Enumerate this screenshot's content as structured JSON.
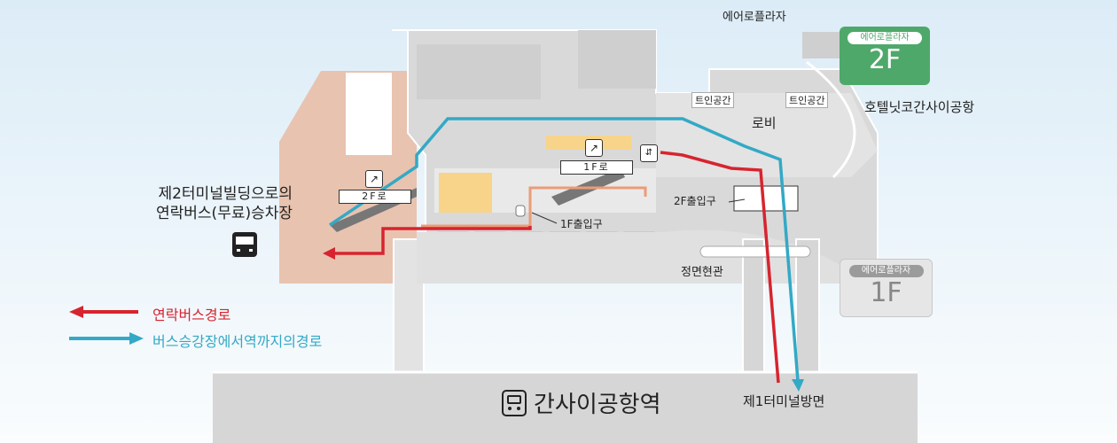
{
  "labels": {
    "aeroplaza_top": "에어로플라자",
    "hotel": "호텔닛코간사이공항",
    "lobby": "로비",
    "two_in_left": "트인공간",
    "two_in_right": "트인공간",
    "exit_2f": "2F출입구",
    "exit_1f": "1F출입구",
    "road_1f": "1F로",
    "road_2f": "2F로",
    "front_entrance": "정면현관",
    "terminal1": "제1터미널방면",
    "bus_stop_line1": "제2터미널빌딩으로의",
    "bus_stop_line2": "연락버스(무료)승차장"
  },
  "badge_2f": {
    "pill": "에어로플라자",
    "floor": "2F"
  },
  "badge_1f": {
    "pill": "에어로플라자",
    "floor": "1F"
  },
  "legend": {
    "red": "연락버스경로",
    "blue": "버스승강장에서역까지의경로"
  },
  "station": {
    "name": "간사이공항역",
    "icon": "train-icon"
  },
  "colors": {
    "red_route": "#d7242f",
    "blue_route": "#33a9c5",
    "orange_route": "#ec9b78",
    "bus_area": "#e8c3b0",
    "badge_2f": "#4ea86a",
    "badge_1f": "#e6e6e6"
  },
  "icons": {
    "bus": "bus-icon",
    "escalator": "escalator-icon",
    "elevator": "elevator-icon"
  }
}
